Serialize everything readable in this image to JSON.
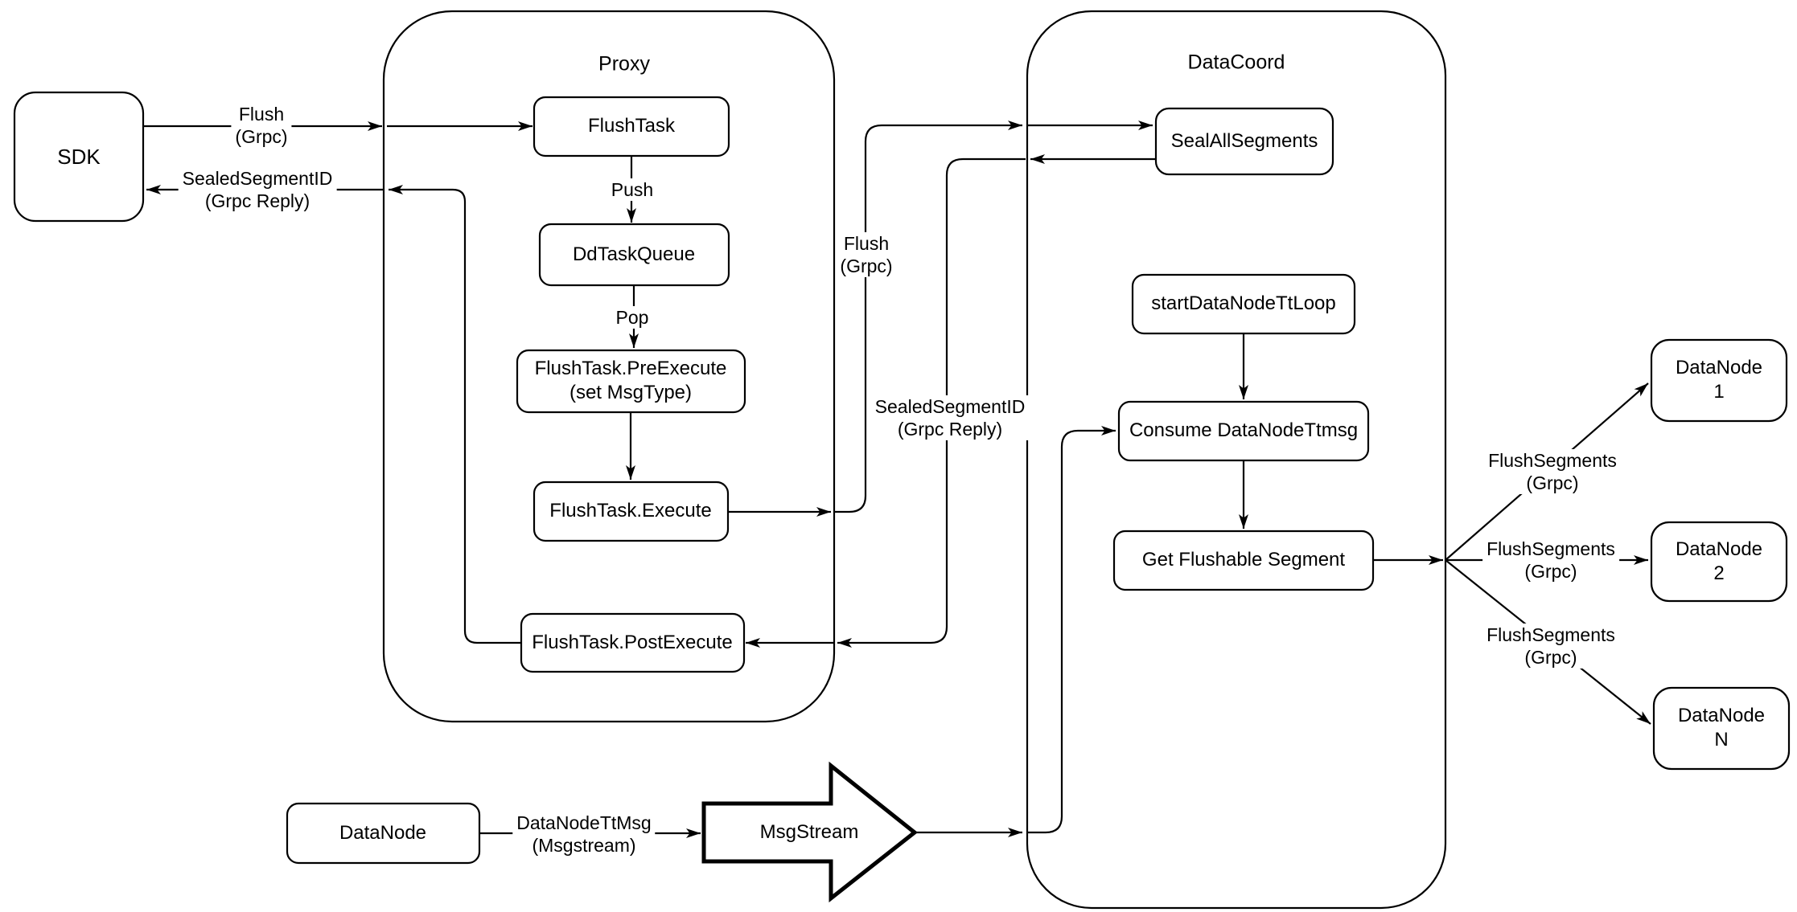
{
  "diagram": {
    "colors": {
      "stroke": "#000000",
      "background": "#ffffff"
    },
    "containers": {
      "proxy": "Proxy",
      "datacoord": "DataCoord"
    },
    "nodes": {
      "sdk": "SDK",
      "flush_task": "FlushTask",
      "dd_task_queue": "DdTaskQueue",
      "flush_task_pre_execute": "FlushTask.PreExecute\n(set MsgType)",
      "flush_task_execute": "FlushTask.Execute",
      "flush_task_post_execute": "FlushTask.PostExecute",
      "seal_all_segments": "SealAllSegments",
      "start_data_node_tt_loop": "startDataNodeTtLoop",
      "consume_data_node_ttmsg": "Consume DataNodeTtmsg",
      "get_flushable_segment": "Get Flushable Segment",
      "data_node_1": "DataNode 1",
      "data_node_2": "DataNode 2",
      "data_node_n": "DataNode N",
      "data_node": "DataNode",
      "msg_stream": "MsgStream"
    },
    "edge_labels": {
      "flush_grpc_sdk_to_proxy": "Flush\n(Grpc)",
      "sealed_segment_id_to_sdk": "SealedSegmentID\n(Grpc Reply)",
      "push": "Push",
      "pop": "Pop",
      "flush_grpc_proxy_to_datacoord": "Flush\n(Grpc)",
      "sealed_segment_id_to_proxy": "SealedSegmentID\n(Grpc Reply)",
      "flush_segments_grpc_1": "FlushSegments\n(Grpc)",
      "flush_segments_grpc_2": "FlushSegments\n(Grpc)",
      "flush_segments_grpc_3": "FlushSegments\n(Grpc)",
      "data_node_tt_msg_msgstream": "DataNodeTtMsg\n(Msgstream)"
    }
  }
}
